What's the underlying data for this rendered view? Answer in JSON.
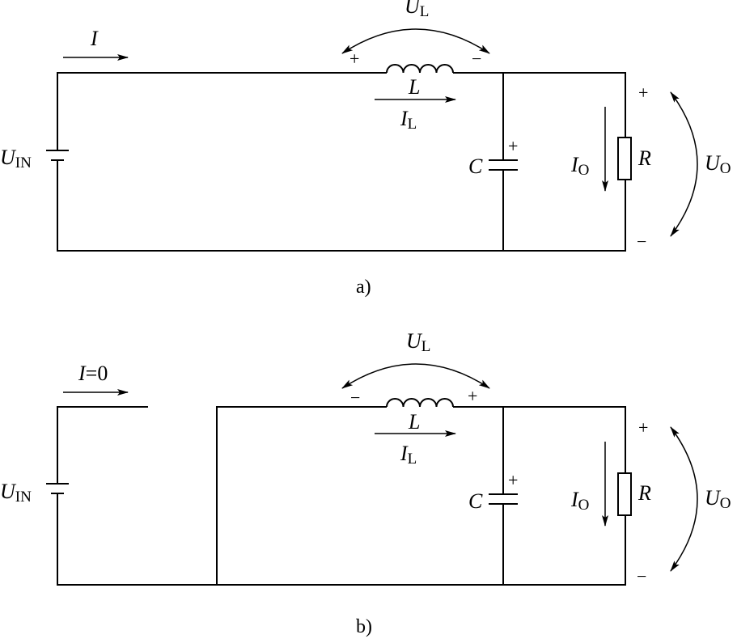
{
  "diagram_a": {
    "caption": "a)",
    "current_label": "I",
    "source_label": "U",
    "source_sub": "IN",
    "inductor_label": "L",
    "inductor_current": "I",
    "inductor_current_sub": "L",
    "inductor_voltage": "U",
    "inductor_voltage_sub": "L",
    "inductor_left_sign": "+",
    "inductor_right_sign": "−",
    "capacitor_label": "C",
    "capacitor_sign": "+",
    "output_current": "I",
    "output_current_sub": "O",
    "resistor_label": "R",
    "output_voltage": "U",
    "output_voltage_sub": "O",
    "output_plus": "+",
    "output_minus": "−"
  },
  "diagram_b": {
    "caption": "b)",
    "current_label": "I",
    "current_value": "=0",
    "source_label": "U",
    "source_sub": "IN",
    "inductor_label": "L",
    "inductor_current": "I",
    "inductor_current_sub": "L",
    "inductor_voltage": "U",
    "inductor_voltage_sub": "L",
    "inductor_left_sign": "−",
    "inductor_right_sign": "+",
    "capacitor_label": "C",
    "capacitor_sign": "+",
    "output_current": "I",
    "output_current_sub": "O",
    "resistor_label": "R",
    "output_voltage": "U",
    "output_voltage_sub": "O",
    "output_plus": "+",
    "output_minus": "−"
  }
}
